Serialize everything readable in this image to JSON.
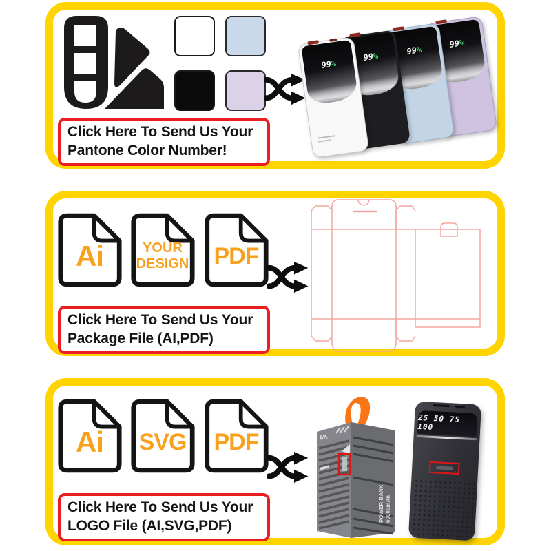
{
  "colors": {
    "panel_border": "#FFD400",
    "callout_border": "#EA1D20",
    "file_label": "#F7A11F",
    "dieline": "#F2A6A1",
    "strap": "#F97516",
    "display_percent_green": "#35C96A"
  },
  "panel1": {
    "caption": {
      "line1": "Click Here To Send Us Your",
      "line2": "Pantone Color Number!"
    },
    "swatches": [
      {
        "name": "white",
        "hex": "#FFFFFF"
      },
      {
        "name": "light-blue",
        "hex": "#C9D9E9"
      },
      {
        "name": "black",
        "hex": "#0B0B0B"
      },
      {
        "name": "light-purple",
        "hex": "#DBD2E8"
      }
    ],
    "powerbanks": [
      {
        "name": "white",
        "hex": "#F8F8F8",
        "display_digits": "99",
        "display_unit": "%"
      },
      {
        "name": "black",
        "hex": "#1E1E22",
        "display_digits": "99",
        "display_unit": "%"
      },
      {
        "name": "light-blue",
        "hex": "#C2D4E5",
        "display_digits": "99",
        "display_unit": "%"
      },
      {
        "name": "light-purple",
        "hex": "#CEC2E0",
        "display_digits": "99",
        "display_unit": "%"
      }
    ]
  },
  "panel2": {
    "files": [
      {
        "label": "Ai"
      },
      {
        "label": "YOUR DESIGN"
      },
      {
        "label": "PDF"
      }
    ],
    "caption": {
      "line1": "Click Here To Send Us Your",
      "line2": "Package File (AI,PDF)"
    }
  },
  "panel3": {
    "files": [
      {
        "label": "Ai"
      },
      {
        "label": "SVG"
      },
      {
        "label": "PDF"
      }
    ],
    "caption": {
      "line1": "Click Here To Send Us Your",
      "line2": "LOGO File (AI,SVG,PDF)"
    },
    "box_product": {
      "top_label": "6K",
      "side_label_1": "POWER BANK",
      "side_label_2": "60000mAh"
    },
    "display_product": {
      "display": "25 50 75 100"
    }
  }
}
